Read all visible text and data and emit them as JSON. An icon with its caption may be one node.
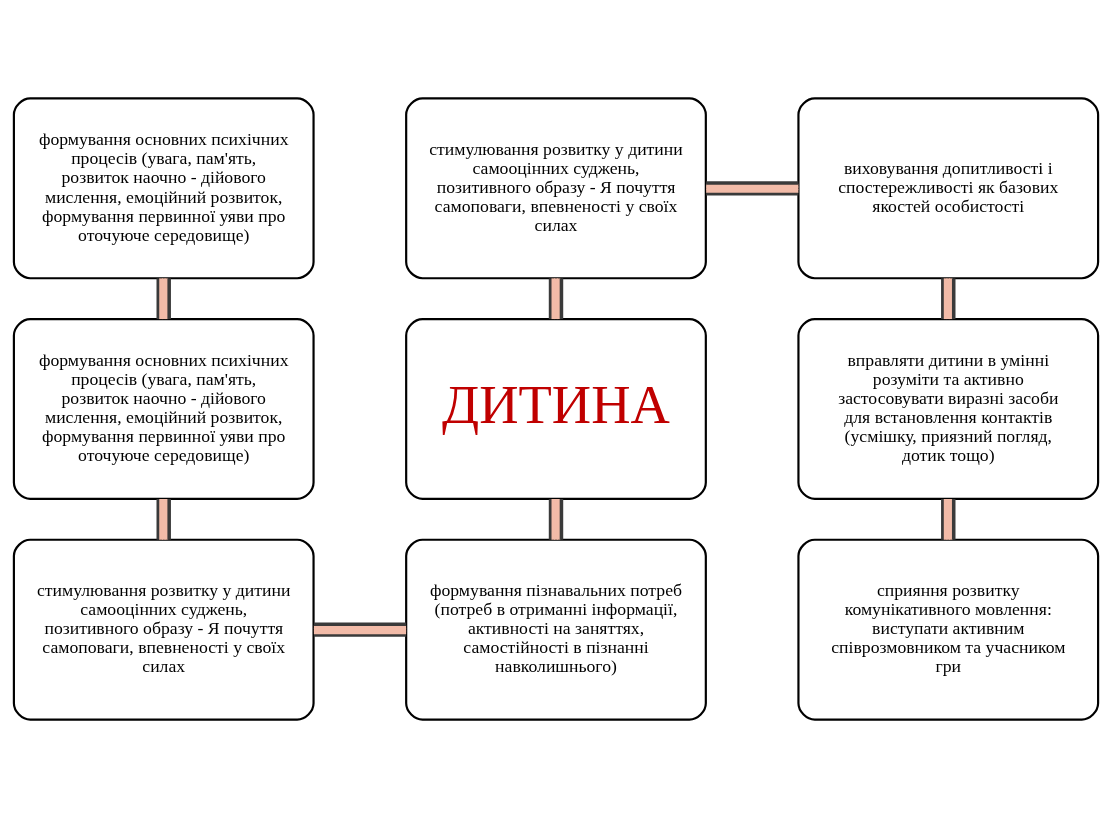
{
  "diagram": {
    "nodes": [
      {
        "text": [
          "формування основних психічних процесів (увага, пам'ять, розвиток наочно - дійового мислення, емоційний розвиток, формування первинної уяви про оточуюче середовище)"
        ]
      },
      {
        "text": [
          "стимулювання розвитку у дитини самооцінних суджень, позитивного образу - Я почуття самоповаги, впевненості у своїх силах"
        ]
      },
      {
        "text": [
          "виховування допитливості і спостережливості як базових якостей особистості"
        ]
      },
      {
        "text": [
          "формування основних психічних процесів (увага, пам'ять, розвиток наочно - дійового мислення, емоційний розвиток, формування первинної уяви про оточуюче середовище)"
        ]
      },
      {
        "text": [
          "ДИТИНА"
        ]
      },
      {
        "text": [
          "вправляти дитини в умінні розуміти та активно застосовувати виразні засоби для встановлення контактів (усмішку, приязний погляд, дотик тощо)"
        ]
      },
      {
        "text": [
          "стимулювання розвитку у дитини самооцінних суджень, позитивного образу - Я почуття самоповаги, впевненості у своїх силах"
        ]
      },
      {
        "text": [
          "формування пізнавальних потреб (потреб в отриманні інформації, активності на заняттях, самостійності в пізнанні навколишнього)"
        ]
      },
      {
        "text": [
          "сприяння розвитку комунікативного мовлення: виступати активним співрозмовником та учасником гри"
        ]
      }
    ],
    "edges": [
      {
        "from": 0,
        "to": 3,
        "arrow": "none"
      },
      {
        "from": 3,
        "to": 6,
        "arrow": "none"
      },
      {
        "from": 6,
        "to": 7,
        "arrow": "none"
      },
      {
        "from": 4,
        "to": 7,
        "arrow": "none"
      },
      {
        "from": 1,
        "to": 4,
        "arrow": "none"
      },
      {
        "from": 1,
        "to": 2,
        "arrow": "none"
      },
      {
        "from": 2,
        "to": 5,
        "arrow": "none"
      },
      {
        "from": 5,
        "to": 8,
        "arrow": "none"
      }
    ]
  }
}
